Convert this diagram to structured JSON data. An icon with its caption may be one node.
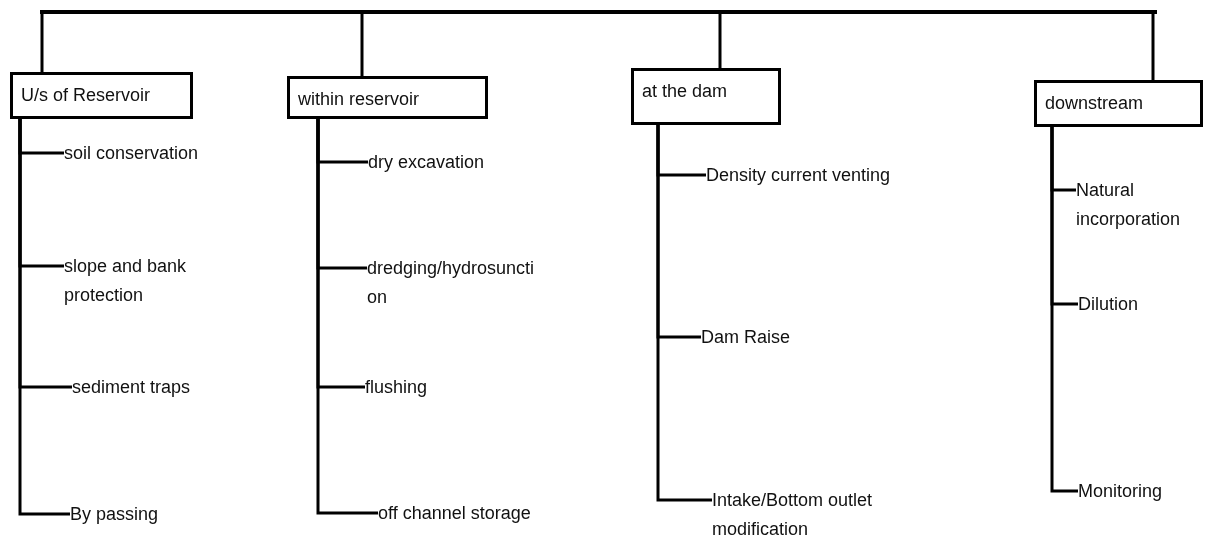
{
  "diagram": {
    "nodes": [
      {
        "text": [],
        "shape": "bar"
      },
      {
        "text": [
          "U/s of Reservoir"
        ]
      },
      {
        "text": [
          "soil conservation"
        ]
      },
      {
        "text": [
          "slope and bank protection"
        ]
      },
      {
        "text": [
          "sediment traps"
        ]
      },
      {
        "text": [
          "By passing"
        ]
      },
      {
        "text": [
          "within reservoir"
        ]
      },
      {
        "text": [
          "dry excavation"
        ]
      },
      {
        "text": [
          "dredging/hydrosuncti on"
        ]
      },
      {
        "text": [
          "flushing"
        ]
      },
      {
        "text": [
          "off channel storage"
        ]
      },
      {
        "text": [
          "at the dam"
        ]
      },
      {
        "text": [
          "Density current venting"
        ]
      },
      {
        "text": [
          "Dam Raise"
        ]
      },
      {
        "text": [
          "Intake/Bottom outlet modification"
        ]
      },
      {
        "text": [
          "downstream"
        ]
      },
      {
        "text": [
          "Natural incorporation"
        ]
      },
      {
        "text": [
          "Dilution"
        ]
      },
      {
        "text": [
          "Monitoring"
        ]
      }
    ],
    "edges": [
      {
        "from": 0,
        "to": 1,
        "arrow": "none"
      },
      {
        "from": 0,
        "to": 6,
        "arrow": "none"
      },
      {
        "from": 0,
        "to": 11,
        "arrow": "none"
      },
      {
        "from": 0,
        "to": 15,
        "arrow": "none"
      },
      {
        "from": 1,
        "to": 2,
        "arrow": "none"
      },
      {
        "from": 1,
        "to": 3,
        "arrow": "none"
      },
      {
        "from": 1,
        "to": 4,
        "arrow": "none"
      },
      {
        "from": 1,
        "to": 5,
        "arrow": "none"
      },
      {
        "from": 6,
        "to": 7,
        "arrow": "none"
      },
      {
        "from": 6,
        "to": 8,
        "arrow": "none"
      },
      {
        "from": 6,
        "to": 9,
        "arrow": "none"
      },
      {
        "from": 6,
        "to": 10,
        "arrow": "none"
      },
      {
        "from": 11,
        "to": 12,
        "arrow": "none"
      },
      {
        "from": 11,
        "to": 13,
        "arrow": "none"
      },
      {
        "from": 11,
        "to": 14,
        "arrow": "none"
      },
      {
        "from": 15,
        "to": 16,
        "arrow": "none"
      },
      {
        "from": 15,
        "to": 17,
        "arrow": "none"
      },
      {
        "from": 15,
        "to": 18,
        "arrow": "none"
      }
    ]
  }
}
